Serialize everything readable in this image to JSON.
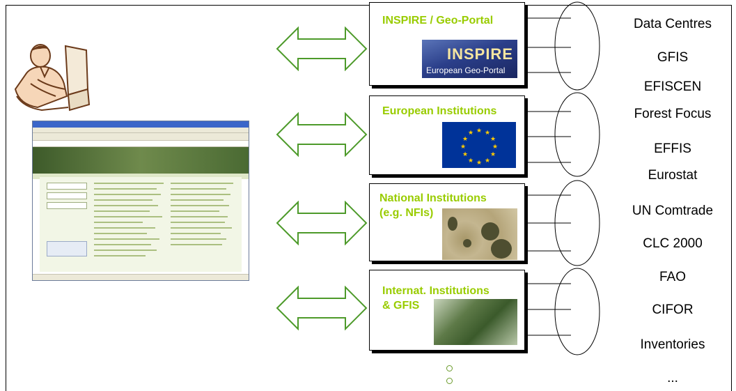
{
  "boxes": [
    {
      "title": "INSPIRE / Geo-Portal",
      "image": {
        "big": "INSPIRE",
        "small": "European Geo-Portal"
      }
    },
    {
      "title": "European Institutions",
      "image": {
        "type": "eu-flag"
      }
    },
    {
      "title_line1": "National Institutions",
      "title_line2": "(e.g. NFIs)",
      "image": {
        "type": "aerial-photo"
      }
    },
    {
      "title_line1": "Internat. Institutions",
      "title_line2": "& GFIS",
      "image": {
        "type": "forest-photo"
      }
    }
  ],
  "sources": [
    "Data Centres",
    "GFIS",
    "EFISCEN",
    "Forest Focus",
    "EFFIS",
    "Eurostat",
    "UN Comtrade",
    "CLC 2000",
    "FAO",
    "CIFOR",
    "Inventories",
    "..."
  ],
  "colors": {
    "title_green": "#99cc00",
    "arrow_fill": "#ffffff",
    "arrow_stroke": "#4d9a2a"
  },
  "icons": {
    "user": "person-at-computer-icon",
    "portal": "web-portal-screenshot",
    "arrow": "bidirectional-arrow-icon",
    "more": "vertical-ellipsis-dots"
  }
}
